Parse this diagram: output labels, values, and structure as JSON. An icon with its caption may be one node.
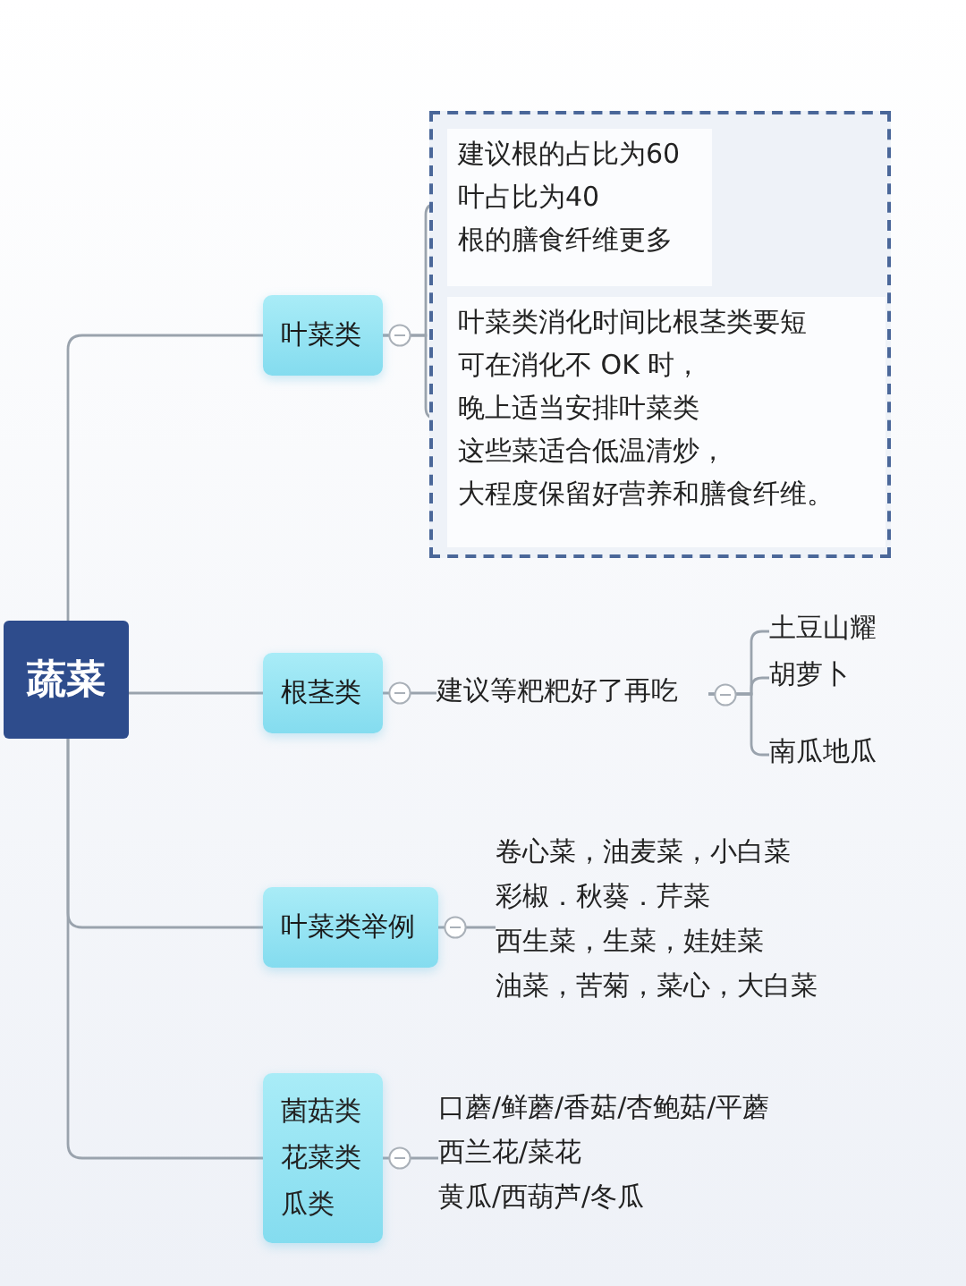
{
  "diagram": {
    "nodes": [
      {
        "text": [
          "蔬菜"
        ]
      },
      {
        "text": [
          "叶菜类"
        ]
      },
      {
        "text": [],
        "shape": "box"
      },
      {
        "text": [
          "建议根的占比为60",
          "叶占比为40",
          "根的膳食纤维更多"
        ],
        "in": 2
      },
      {
        "text": [
          "叶菜类消化时间比根茎类要短",
          "可在消化不 OK 时，",
          "晚上适当安排叶菜类",
          "这些菜适合低温清炒，",
          "大程度保留好营养和膳食纤维。"
        ],
        "in": 2
      },
      {
        "text": [
          "根茎类"
        ]
      },
      {
        "text": [
          "建议等粑粑好了再吃"
        ]
      },
      {
        "text": [
          "土豆山耀"
        ]
      },
      {
        "text": [
          "胡萝卜"
        ]
      },
      {
        "text": [
          "南瓜地瓜"
        ]
      },
      {
        "text": [
          "叶菜类举例"
        ]
      },
      {
        "text": [
          "卷心菜，油麦菜，小白菜",
          "彩椒．秋葵．芹菜",
          "西生菜，生菜，娃娃菜",
          "油菜，苦菊，菜心，大白菜"
        ]
      },
      {
        "text": [
          "菌菇类",
          "花菜类",
          "瓜类"
        ]
      },
      {
        "text": [
          "口蘑/鲜蘑/香菇/杏鲍菇/平蘑",
          "西兰花/菜花",
          "黄瓜/西葫芦/冬瓜"
        ]
      }
    ],
    "edges": [
      {
        "from": 0,
        "to": 1,
        "arrow": "none"
      },
      {
        "from": 0,
        "to": 5,
        "arrow": "none"
      },
      {
        "from": 0,
        "to": 10,
        "arrow": "none"
      },
      {
        "from": 0,
        "to": 12,
        "arrow": "none"
      },
      {
        "from": 1,
        "to": 3,
        "arrow": "none"
      },
      {
        "from": 1,
        "to": 4,
        "arrow": "none"
      },
      {
        "from": 5,
        "to": 6,
        "arrow": "none"
      },
      {
        "from": 6,
        "to": 7,
        "arrow": "none"
      },
      {
        "from": 6,
        "to": 8,
        "arrow": "none"
      },
      {
        "from": 6,
        "to": 9,
        "arrow": "none"
      },
      {
        "from": 10,
        "to": 11,
        "arrow": "none"
      },
      {
        "from": 12,
        "to": 13,
        "arrow": "none"
      }
    ]
  }
}
